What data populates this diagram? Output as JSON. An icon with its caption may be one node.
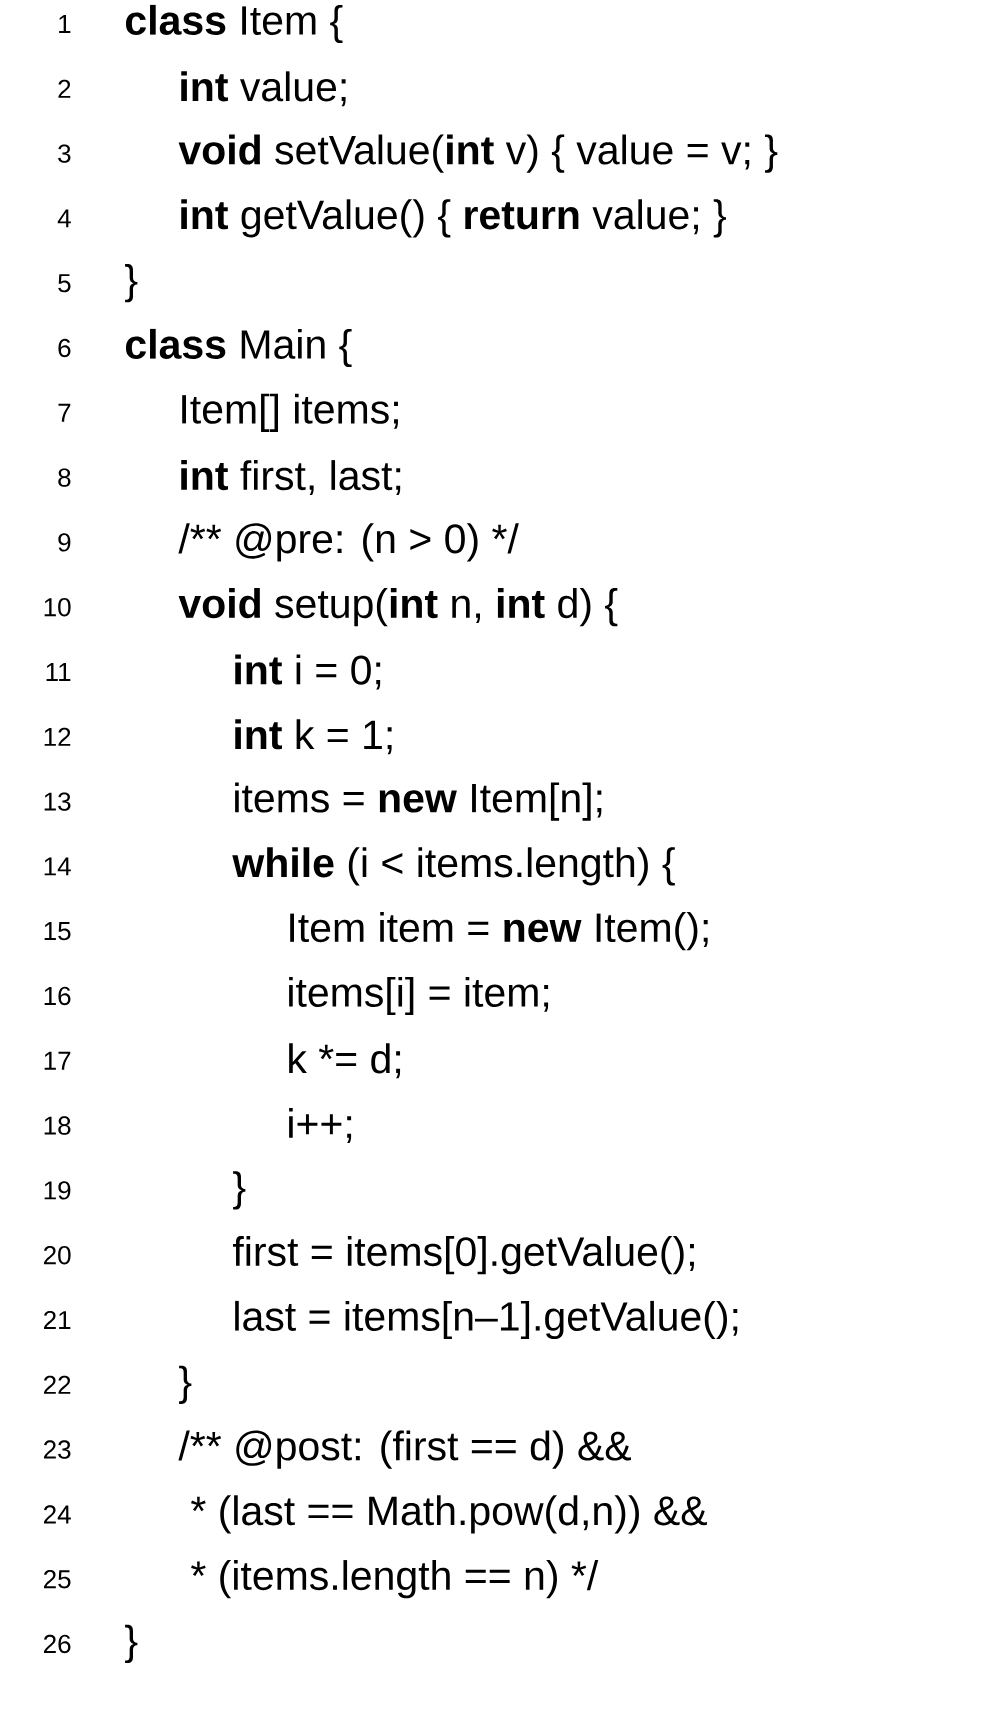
{
  "diagram": {
    "labels": [
      "1",
      "**class** Item {",
      "2",
      "**int** value;",
      "3",
      "**void** setValue(**int** v) { value = v; }",
      "4",
      "**int** getValue() { **return** value; }",
      "5",
      "}",
      "6",
      "**class** Main {",
      "7",
      "Item[] items;",
      "8",
      "**int** first, last;",
      "9",
      "/** @pre: (n > 0) */",
      "10",
      "**void** setup(**int** n, **int** d) {",
      "11",
      "**int** i = 0;",
      "12",
      "**int** k = 1;",
      "13",
      "items = **new** Item[n];",
      "14",
      "**while** (i < items.length) {",
      "15",
      "Item item = **new** Item();",
      "16",
      "items[i] = item;",
      "17",
      "k *= d;",
      "18",
      "i++;",
      "19",
      "}",
      "20",
      "first = items[0].getValue();",
      "21",
      "last = items[n–1].getValue();",
      "22",
      "}",
      "23",
      "/** @post: (first == d) &&",
      "24",
      "* (last == Math.pow(d,n)) &&",
      "25",
      "* (items.length == n) */",
      "26",
      "}"
    ]
  }
}
